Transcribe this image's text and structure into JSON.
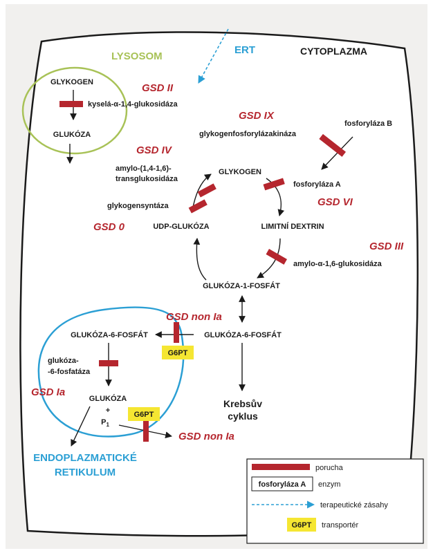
{
  "colors": {
    "background": "#f1f0ee",
    "defect": "#b5262e",
    "lysosome": "#a8c257",
    "er": "#2b9fd4",
    "transporter": "#f5e632",
    "ert": "#2b9fd4"
  },
  "compartments": {
    "lysosome": "LYSOSOM",
    "cytoplasm": "CYTOPLAZMA",
    "er_line1": "ENDOPLAZMATICKÉ",
    "er_line2": "RETIKULUM"
  },
  "ert_label": "ERT",
  "metabolites": {
    "lys_glycogen": "GLYKOGEN",
    "lys_glucose": "GLUKÓZA",
    "glycogen": "GLYKOGEN",
    "udp_glucose": "UDP-GLUKÓZA",
    "limit_dextrin": "LIMITNÍ DEXTRIN",
    "g1p": "GLUKÓZA-1-FOSFÁT",
    "g6p_cyt": "GLUKÓZA-6-FOSFÁT",
    "g6p_er": "GLUKÓZA-6-FOSFÁT",
    "glucose_er": "GLUKÓZA",
    "plus": "+",
    "pi": "P",
    "pi_sub": "1",
    "krebs_1": "Krebsův",
    "krebs_2": "cyklus"
  },
  "enzymes": {
    "acid_glucosidase": "kyselá-α-1,4-glukosidáza",
    "phk": "glykogenfosforylázakináza",
    "phos_b": "fosforyláza B",
    "branching_1": "amylo-(1,4-1,6)-",
    "branching_2": "transglukosidáza",
    "phos_a": "fosforyláza A",
    "gys": "glykogensyntáza",
    "debranch": "amylo-α-1,6-glukosidáza",
    "g6pase_1": "glukóza-",
    "g6pase_2": "-6-fosfatáza"
  },
  "diseases": {
    "gsd_ii": "GSD II",
    "gsd_ix": "GSD IX",
    "gsd_iv": "GSD IV",
    "gsd_vi": "GSD VI",
    "gsd_0": "GSD 0",
    "gsd_iii": "GSD III",
    "gsd_non_ia_top": "GSD non Ia",
    "gsd_ia": "GSD Ia",
    "gsd_non_ia_bottom": "GSD non Ia"
  },
  "transporters": {
    "g6pt_top": "G6PT",
    "g6pt_bottom": "G6PT"
  },
  "legend": {
    "defect": "porucha",
    "enzyme_sample": "fosforyláza A",
    "enzyme": "enzym",
    "therapy": "terapeutické zásahy",
    "transporter_sample": "G6PT",
    "transporter": "transportér"
  }
}
